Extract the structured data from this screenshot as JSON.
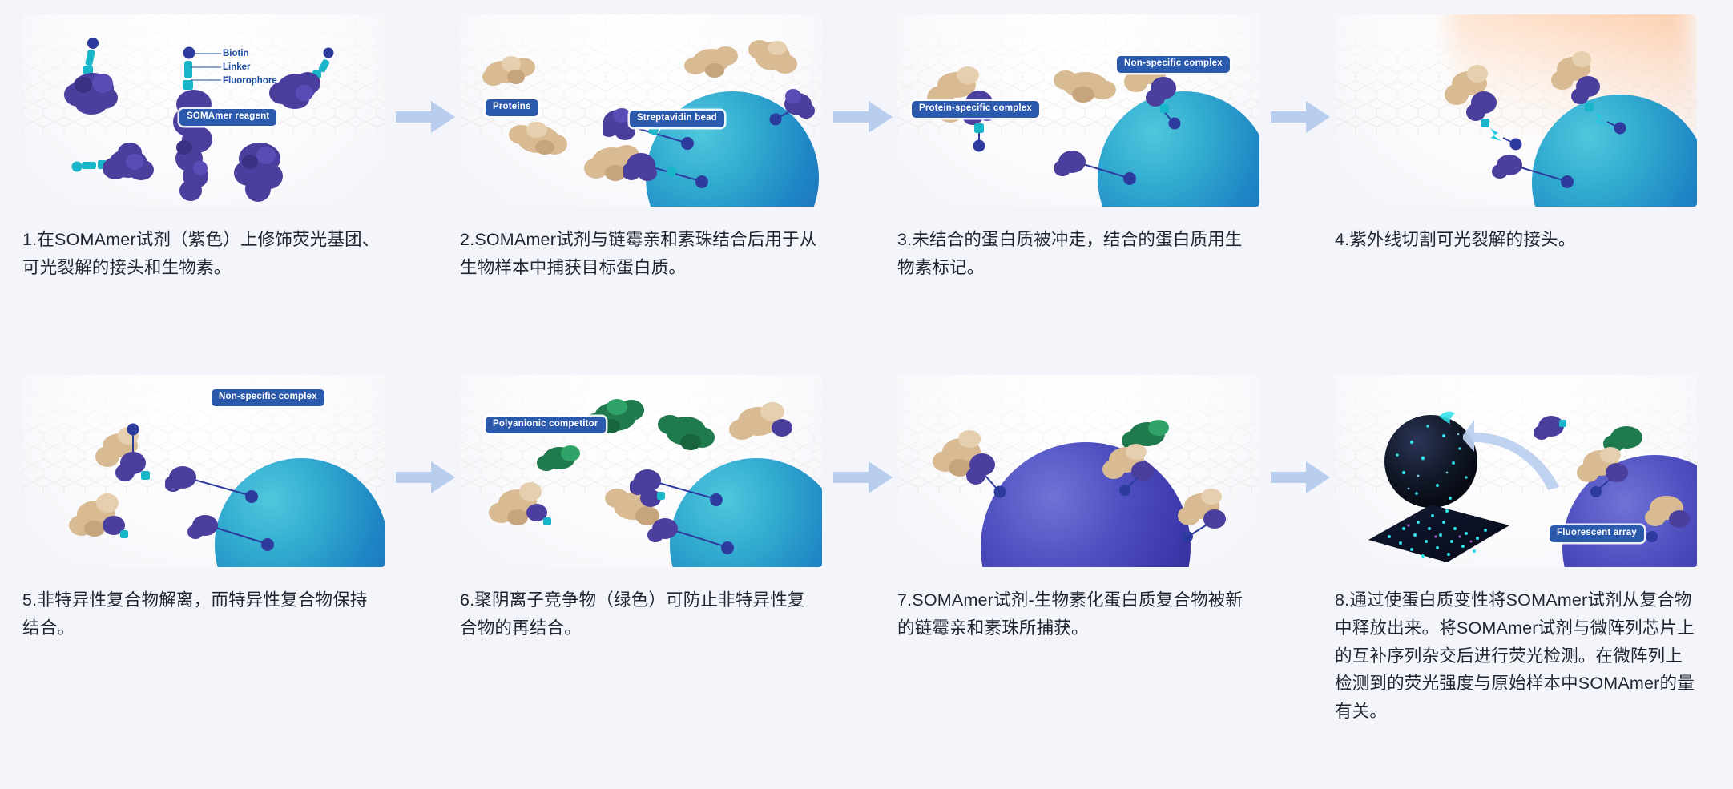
{
  "figure": {
    "title": "SOMAmer reagent (SomaScan) assay workflow",
    "background_color": "#f4f5fb",
    "panel_background": "#ffffff",
    "accent_color": "#2b59ab",
    "arrow_color": "#b9cdee",
    "colors": {
      "somamer_purple": "#4b3f9e",
      "protein_tan": "#d8bb93",
      "bead_teal": "#1e86c4",
      "bead_blue": "#3b37a8",
      "competitor_green": "#1f7a4d",
      "fluorophore_cyan": "#18b6c8",
      "biotin_navy": "#2d3a9e",
      "uv_beam": "#f7b98a"
    }
  },
  "steps": [
    {
      "number": "1",
      "caption": "1.在SOMAmer试剂（紫色）上修饰荧光基团、可光裂解的接头和生物素。",
      "tags": [],
      "plain_labels": [
        "Biotin",
        "Linker",
        "Fluorophore"
      ],
      "pill_labels": [
        "SOMAmer reagent"
      ]
    },
    {
      "number": "2",
      "caption": "2.SOMAmer试剂与链霉亲和素珠结合后用于从生物样本中捕获目标蛋白质。",
      "tags": [],
      "plain_labels": [],
      "pill_labels": [
        "Proteins",
        "Streptavidin bead"
      ]
    },
    {
      "number": "3",
      "caption": "3.未结合的蛋白质被冲走，结合的蛋白质用生物素标记。",
      "tags": [],
      "plain_labels": [],
      "pill_labels": [
        "Protein-specific complex",
        "Non-specific complex"
      ]
    },
    {
      "number": "4",
      "caption": "4.紫外线切割可光裂解的接头。",
      "tags": [],
      "plain_labels": [],
      "pill_labels": []
    },
    {
      "number": "5",
      "caption": "5.非特异性复合物解离，而特异性复合物保持结合。",
      "tags": [],
      "plain_labels": [],
      "pill_labels": [
        "Non-specific complex"
      ]
    },
    {
      "number": "6",
      "caption": "6.聚阴离子竞争物（绿色）可防止非特异性复合物的再结合。",
      "tags": [],
      "plain_labels": [],
      "pill_labels": [
        "Polyanionic competitor"
      ]
    },
    {
      "number": "7",
      "caption": "7.SOMAmer试剂-生物素化蛋白质复合物被新的链霉亲和素珠所捕获。",
      "tags": [],
      "plain_labels": [],
      "pill_labels": []
    },
    {
      "number": "8",
      "caption": "8.通过使蛋白质变性将SOMAmer试剂从复合物中释放出来。将SOMAmer试剂与微阵列芯片上的互补序列杂交后进行荧光检测。在微阵列上检测到的荧光强度与原始样本中SOMAmer的量有关。",
      "tags": [],
      "plain_labels": [],
      "pill_labels": [
        "Fluorescent array"
      ]
    }
  ],
  "arrows": [
    {
      "name": "arrow-step1-to-step2",
      "direction": "right"
    },
    {
      "name": "arrow-step2-to-step3",
      "direction": "right"
    },
    {
      "name": "arrow-step3-to-step4",
      "direction": "right"
    },
    {
      "name": "arrow-step5-to-step6",
      "direction": "right"
    },
    {
      "name": "arrow-step6-to-step7",
      "direction": "right"
    },
    {
      "name": "arrow-step7-to-step8",
      "direction": "right"
    }
  ]
}
